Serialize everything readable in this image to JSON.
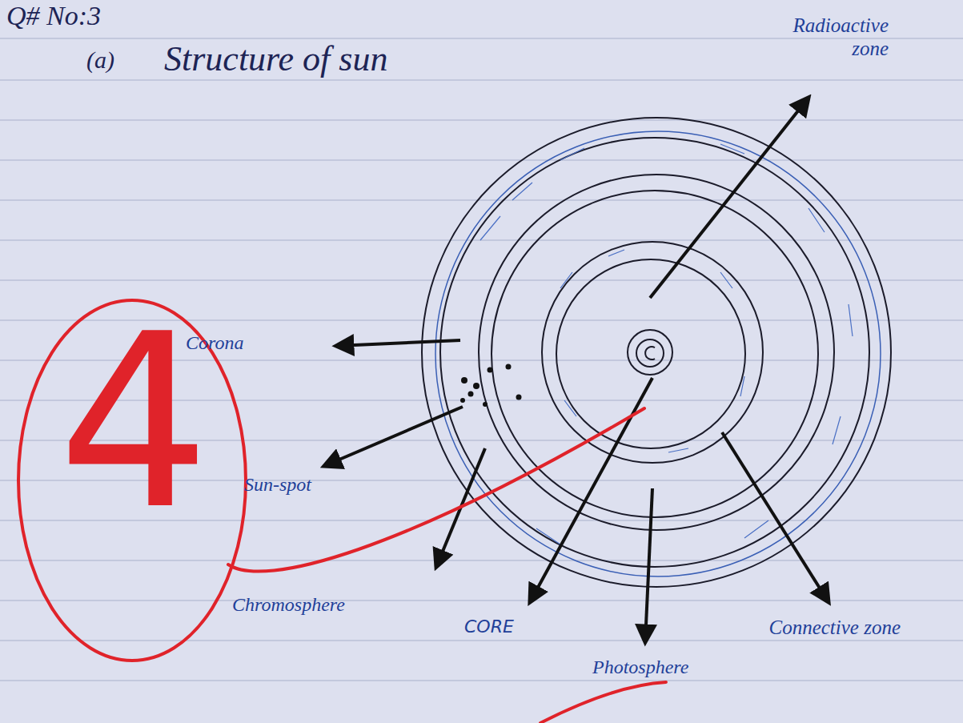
{
  "diagram": {
    "title": "Structure of sun",
    "labels": [
      "Q# No:3",
      "(a)",
      "Radioactive zone",
      "Corona",
      "Sun-spot",
      "Chromosphere",
      "CORE",
      "Photosphere",
      "Connective zone",
      "4"
    ]
  }
}
